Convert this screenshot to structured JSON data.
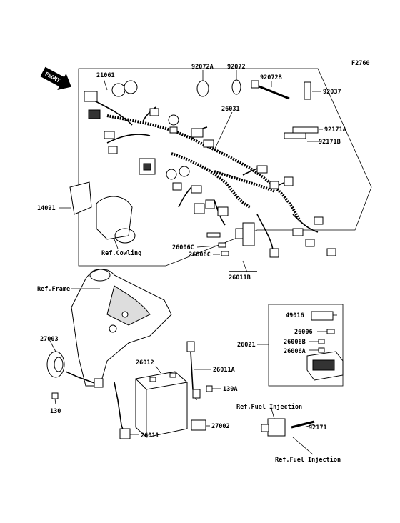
{
  "figure_code": "F2760",
  "front_label": "FRONT",
  "parts": {
    "p21061": "21061",
    "p92072A": "92072A",
    "p92072": "92072",
    "p92072B": "92072B",
    "p92037": "92037",
    "p26031": "26031",
    "p92171A": "92171A",
    "p92171B": "92171B",
    "p14091": "14091",
    "p26006C_1": "26006C",
    "p26006C_2": "26006C",
    "p26011B": "26011B",
    "p49016": "49016",
    "p26006": "26006",
    "p26006B": "26006B",
    "p26006A": "26006A",
    "p26021": "26021",
    "p27003": "27003",
    "p130": "130",
    "p26012": "26012",
    "p26011A": "26011A",
    "p130A": "130A",
    "p27002": "27002",
    "p26011": "26011",
    "p92171": "92171"
  },
  "refs": {
    "cowling": "Ref.Cowling",
    "frame": "Ref.Frame",
    "fuel_injection_1": "Ref.Fuel Injection",
    "fuel_injection_2": "Ref.Fuel Injection"
  }
}
